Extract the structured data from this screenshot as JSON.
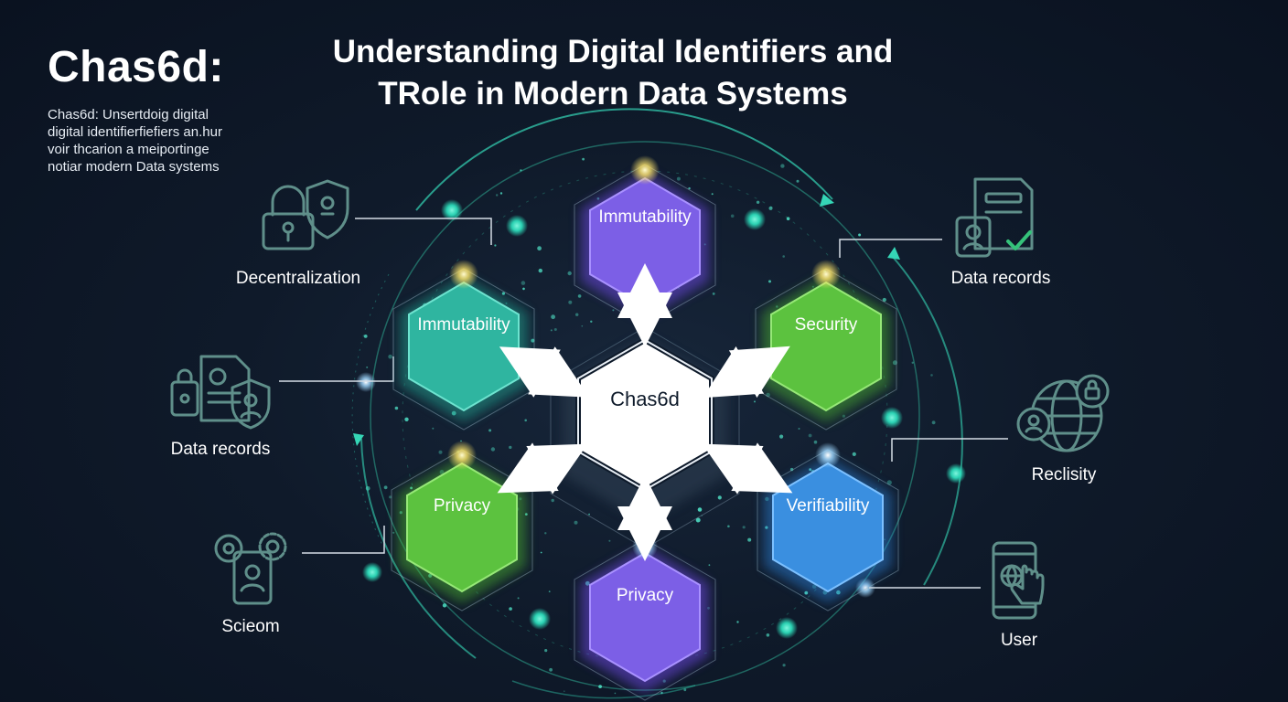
{
  "header": {
    "brand_title": "Chas6d:",
    "brand_description_lines": [
      "Chas6d: Unsertdoig digital",
      "digital identifierfiefiers an.hur",
      "voir thcarion a meiportinge",
      "notiar modern Data systems"
    ],
    "main_title_lines": [
      "Understanding Digital Identifiers and",
      "TRole in Modern Data Systems"
    ]
  },
  "diagram": {
    "center_label": "Chas6d",
    "nodes": [
      {
        "id": "top",
        "label": "Immutability",
        "color": "#7c5fe6"
      },
      {
        "id": "upper-left",
        "label": "Immutability",
        "color": "#2fb5a0"
      },
      {
        "id": "upper-right",
        "label": "Security",
        "color": "#5cc23f"
      },
      {
        "id": "lower-left",
        "label": "Privacy",
        "color": "#5cc23f"
      },
      {
        "id": "lower-right",
        "label": "Verifiability",
        "color": "#3a8fe0"
      },
      {
        "id": "bottom",
        "label": "Privacy",
        "color": "#7c5fe6"
      }
    ],
    "side_items": [
      {
        "id": "decentralization",
        "label": "Decentralization",
        "icon": "lock-shield-icon"
      },
      {
        "id": "data-records-left",
        "label": "Data records",
        "icon": "documents-shield-icon"
      },
      {
        "id": "scieom",
        "label": "Scieom",
        "icon": "gear-user-icon"
      },
      {
        "id": "data-records-right",
        "label": "Data records",
        "icon": "document-check-icon"
      },
      {
        "id": "reclisity",
        "label": "Reclisity",
        "icon": "globe-lock-icon"
      },
      {
        "id": "user",
        "label": "User",
        "icon": "phone-touch-icon"
      }
    ]
  },
  "colors": {
    "background": "#0f1a2a",
    "accent_teal": "#2ee6c2",
    "icon_stroke": "#5f8f8a",
    "center_border": "#e8eef5"
  }
}
